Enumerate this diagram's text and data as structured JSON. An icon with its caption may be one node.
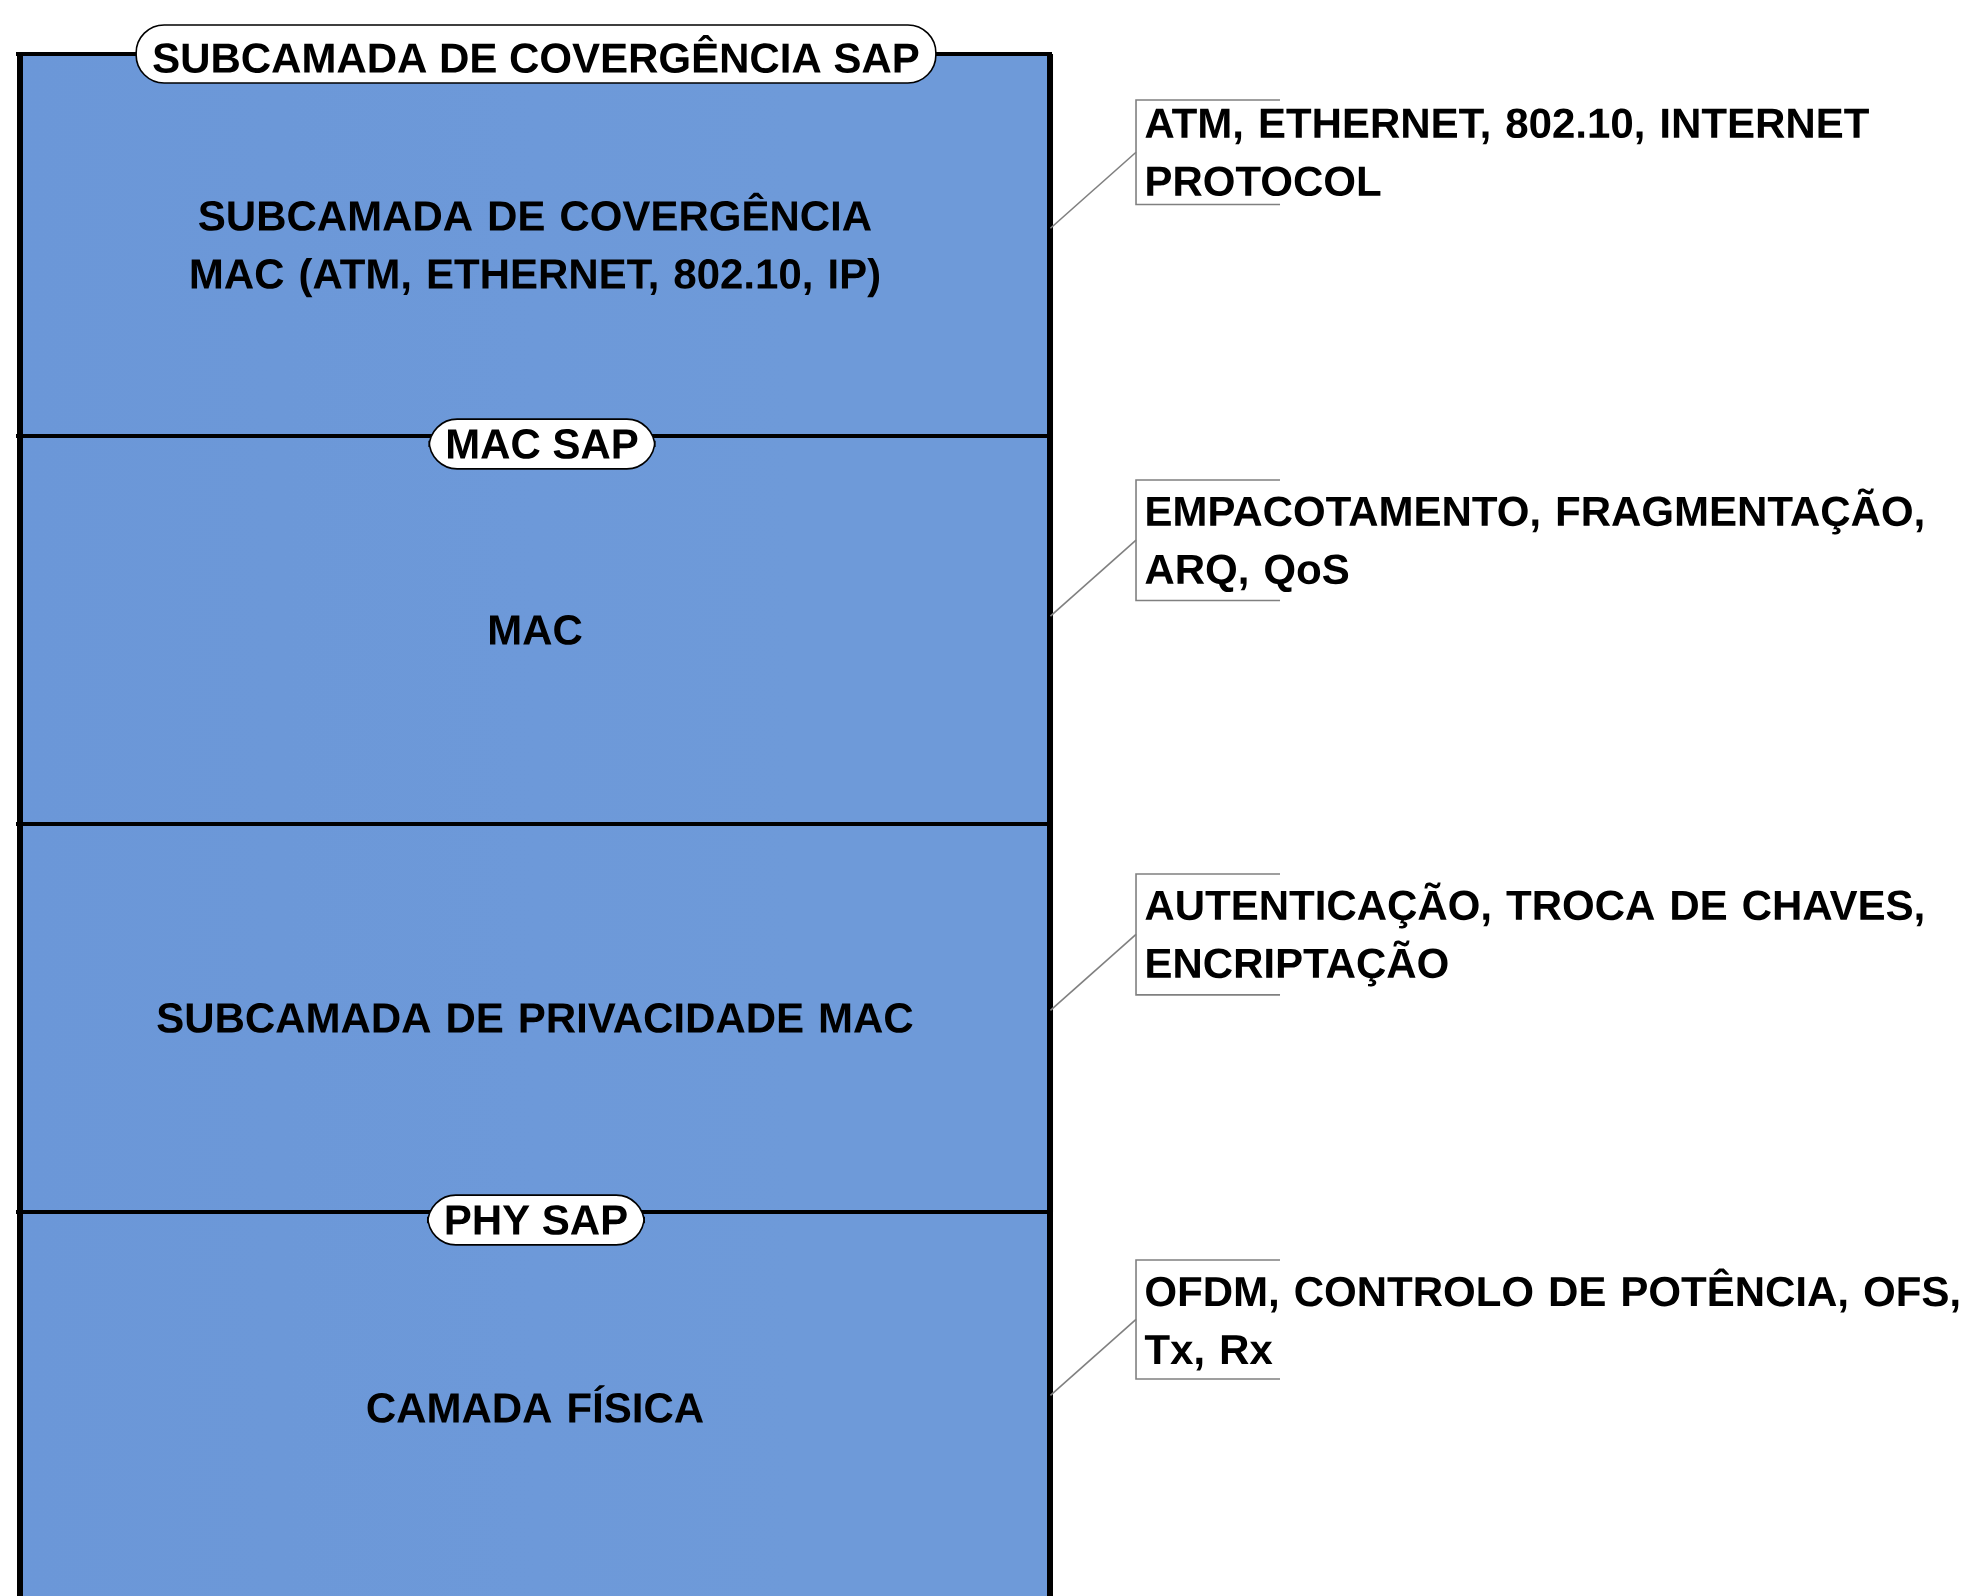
{
  "diagram": {
    "nodes": [
      {
        "text": [
          "SUBCAMADA DE COVERGÊNCIA MAC (ATM, ETHERNET, 802.10, IP)"
        ]
      },
      {
        "text": [
          "MAC"
        ]
      },
      {
        "text": [
          "SUBCAMADA DE PRIVACIDADE MAC"
        ]
      },
      {
        "text": [
          "CAMADA FÍSICA"
        ]
      },
      {
        "text": [
          "SUBCAMADA DE COVERGÊNCIA SAP"
        ]
      },
      {
        "text": [
          "MAC SAP"
        ]
      },
      {
        "text": [
          "PHY SAP"
        ]
      },
      {
        "text": [
          "ATM, ETHERNET, 802.10, INTERNET PROTOCOL"
        ]
      },
      {
        "text": [
          "EMPACOTAMENTO, FRAGMENTAÇÃO, ARQ, QoS"
        ]
      },
      {
        "text": [
          "AUTENTICAÇÃO, TROCA DE CHAVES, ENCRIPTAÇÃO"
        ]
      },
      {
        "text": [
          "OFDM, CONTROLO DE POTÊNCIA, OFS, Tx, Rx"
        ]
      }
    ],
    "edges": [
      {
        "from": 7,
        "to": 0,
        "arrow": "none"
      },
      {
        "from": 8,
        "to": 1,
        "arrow": "none"
      },
      {
        "from": 9,
        "to": 2,
        "arrow": "none"
      },
      {
        "from": 10,
        "to": 3,
        "arrow": "none"
      }
    ]
  }
}
